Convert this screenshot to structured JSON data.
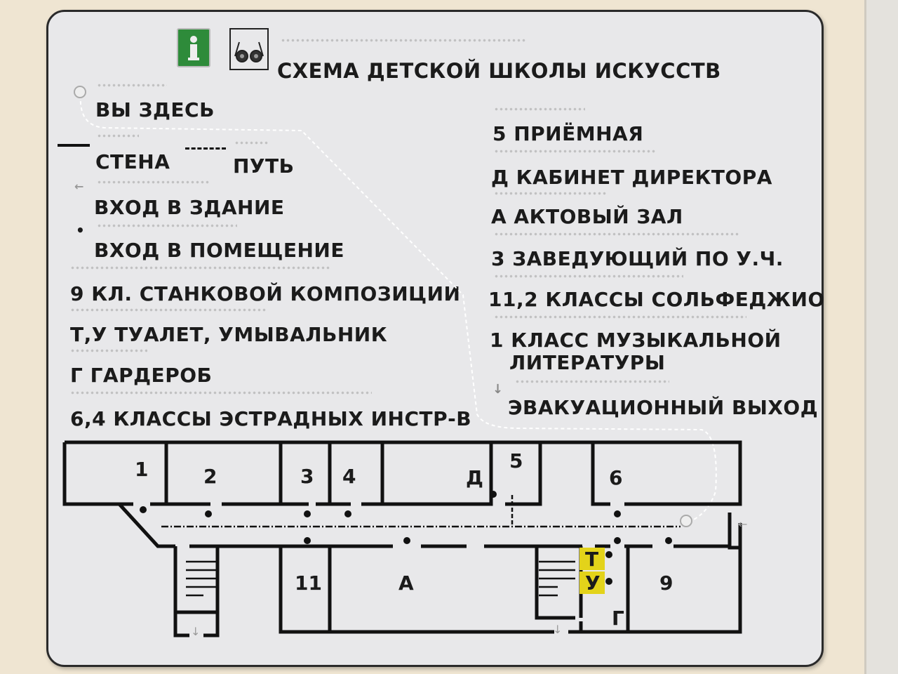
{
  "title": "СХЕМА ДЕТСКОЙ ШКОЛЫ ИСКУССТВ",
  "icons": [
    "info-icon",
    "low-vision-glasses-icon"
  ],
  "legend_left": {
    "you_are_here": "ВЫ ЗДЕСЬ",
    "wall": "СТЕНА",
    "path": "ПУТЬ",
    "building_entrance": "ВХОД В ЗДАНИЕ",
    "room_entrance": "ВХОД В ПОМЕЩЕНИЕ",
    "items": [
      "9 КЛ. СТАНКОВОЙ КОМПОЗИЦИИ",
      "Т,У ТУАЛЕТ, УМЫВАЛЬНИК",
      "Г ГАРДЕРОБ",
      "6,4 КЛАССЫ ЭСТРАДНЫХ ИНСТР-В"
    ]
  },
  "legend_right": {
    "items": [
      "5 ПРИЁМНАЯ",
      "Д КАБИНЕТ ДИРЕКТОРА",
      "А АКТОВЫЙ ЗАЛ",
      "3 ЗАВЕДУЮЩИЙ ПО У.Ч.",
      "11,2 КЛАССЫ СОЛЬФЕДЖИО",
      "1 КЛАСС МУЗЫКАЛЬНОЙ",
      "ЛИТЕРАТУРЫ"
    ],
    "exit": "ЭВАКУАЦИОННЫЙ ВЫХОД"
  },
  "plan": {
    "rooms": {
      "r1": "1",
      "r2": "2",
      "r3": "3",
      "r4": "4",
      "rD": "Д",
      "r5": "5",
      "r6": "6",
      "r11": "11",
      "rA": "А",
      "r9": "9",
      "rG": "Г",
      "rT": "Т",
      "rU": "У"
    },
    "toilet_color": "#e3d31a"
  }
}
